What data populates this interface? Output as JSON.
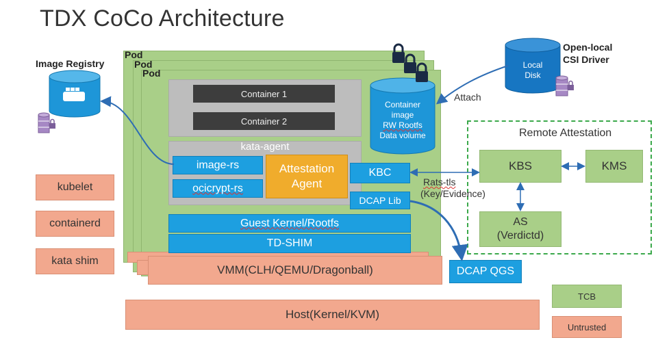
{
  "title": "TDX CoCo Architecture",
  "pods": {
    "label": "Pod"
  },
  "image_registry": {
    "label": "Image Registry"
  },
  "host_components": [
    "kubelet",
    "containerd",
    "kata shim"
  ],
  "containers": [
    "Container 1",
    "Container 2"
  ],
  "kata_agent": {
    "label": "kata-agent",
    "image_rs": "image-rs",
    "ocicrypt_rs": "ocicrypt-rs",
    "attestation_agent": [
      "Attestation",
      "Agent"
    ],
    "kbc": "KBC",
    "dcap_lib": "DCAP Lib"
  },
  "guest_kernel": "Guest Kernel/Rootfs",
  "td_shim": "TD-SHIM",
  "vmm": "VMM(CLH/QEMU/Dragonball)",
  "host": "Host(Kernel/KVM)",
  "dcap_qgs": "DCAP QGS",
  "container_volume": [
    "Container",
    "image",
    "RW Rootfs",
    "Data volume"
  ],
  "local_disk": [
    "Local",
    "Disk"
  ],
  "csi_driver": [
    "Open-local",
    "CSI Driver"
  ],
  "attach_label": "Attach",
  "rats_tls": [
    "Rats-tls",
    "(Key/Evidence)"
  ],
  "remote_attestation": {
    "title": "Remote Attestation",
    "kbs": "KBS",
    "kms": "KMS",
    "as": [
      "AS",
      "(Verdictd)"
    ]
  },
  "legend": {
    "tcb": "TCB",
    "untrusted": "Untrusted"
  },
  "colors": {
    "tcb_green": "#a9cf88",
    "untrusted_salmon": "#f2a88e",
    "blue": "#1d9fe0",
    "orange": "#f0ac2c",
    "dashed_border": "#3aa84a",
    "arrow": "#2e6db4"
  }
}
